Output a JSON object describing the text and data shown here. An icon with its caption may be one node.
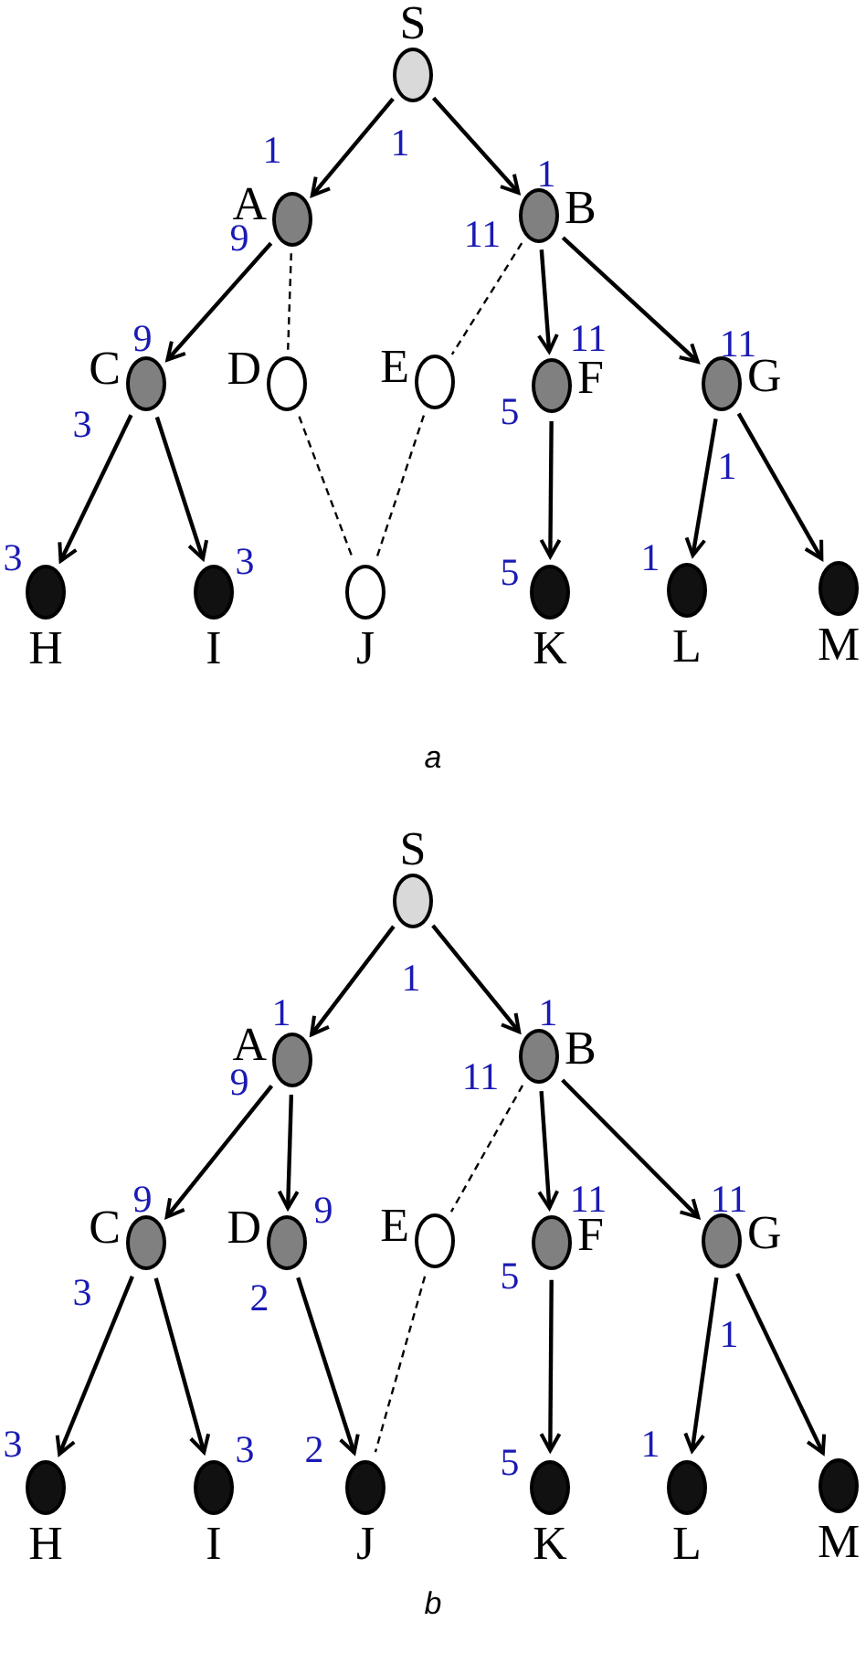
{
  "diagram": {
    "nodes": [
      {
        "text": [],
        "shape": "circle",
        "beside": [
          "S"
        ]
      },
      {
        "text": [],
        "shape": "circle",
        "beside": [
          "A"
        ]
      },
      {
        "text": [],
        "shape": "circle",
        "beside": [
          "B"
        ]
      },
      {
        "text": [],
        "shape": "circle",
        "beside": [
          "C"
        ]
      },
      {
        "text": [],
        "shape": "circle",
        "beside": [
          "D"
        ]
      },
      {
        "text": [],
        "shape": "circle",
        "beside": [
          "E"
        ]
      },
      {
        "text": [],
        "shape": "circle",
        "beside": [
          "F"
        ]
      },
      {
        "text": [],
        "shape": "circle",
        "beside": [
          "G"
        ]
      },
      {
        "text": [],
        "shape": "circle",
        "beside": [
          "H"
        ]
      },
      {
        "text": [],
        "shape": "circle",
        "beside": [
          "I"
        ]
      },
      {
        "text": [],
        "shape": "circle",
        "beside": [
          "J"
        ]
      },
      {
        "text": [],
        "shape": "circle",
        "beside": [
          "K"
        ]
      },
      {
        "text": [],
        "shape": "circle",
        "beside": [
          "L"
        ]
      },
      {
        "text": [],
        "shape": "circle",
        "beside": [
          "M"
        ]
      },
      {
        "text": [],
        "shape": "circle",
        "beside": [
          "S"
        ]
      },
      {
        "text": [],
        "shape": "circle",
        "beside": [
          "A"
        ]
      },
      {
        "text": [],
        "shape": "circle",
        "beside": [
          "B"
        ]
      },
      {
        "text": [],
        "shape": "circle",
        "beside": [
          "C"
        ]
      },
      {
        "text": [],
        "shape": "circle",
        "beside": [
          "D"
        ]
      },
      {
        "text": [],
        "shape": "circle",
        "beside": [
          "E"
        ]
      },
      {
        "text": [],
        "shape": "circle",
        "beside": [
          "F"
        ]
      },
      {
        "text": [],
        "shape": "circle",
        "beside": [
          "G"
        ]
      },
      {
        "text": [],
        "shape": "circle",
        "beside": [
          "H"
        ]
      },
      {
        "text": [],
        "shape": "circle",
        "beside": [
          "I"
        ]
      },
      {
        "text": [],
        "shape": "circle",
        "beside": [
          "J"
        ]
      },
      {
        "text": [],
        "shape": "circle",
        "beside": [
          "K"
        ]
      },
      {
        "text": [],
        "shape": "circle",
        "beside": [
          "L"
        ]
      },
      {
        "text": [],
        "shape": "circle",
        "beside": [
          "M"
        ]
      }
    ],
    "edges": [
      {
        "from": 0,
        "to": 1,
        "arrow": "to"
      },
      {
        "from": 0,
        "to": 2,
        "arrow": "to"
      },
      {
        "from": 1,
        "to": 3,
        "arrow": "to"
      },
      {
        "from": 1,
        "to": 4,
        "arrow": "none",
        "style": "dashed"
      },
      {
        "from": 2,
        "to": 5,
        "arrow": "none",
        "style": "dashed"
      },
      {
        "from": 2,
        "to": 6,
        "arrow": "to"
      },
      {
        "from": 2,
        "to": 7,
        "arrow": "to"
      },
      {
        "from": 3,
        "to": 8,
        "arrow": "to"
      },
      {
        "from": 3,
        "to": 9,
        "arrow": "to"
      },
      {
        "from": 4,
        "to": 10,
        "arrow": "none",
        "style": "dashed"
      },
      {
        "from": 5,
        "to": 10,
        "arrow": "none",
        "style": "dashed"
      },
      {
        "from": 6,
        "to": 11,
        "arrow": "to"
      },
      {
        "from": 7,
        "to": 12,
        "arrow": "to"
      },
      {
        "from": 7,
        "to": 13,
        "arrow": "to"
      },
      {
        "from": 14,
        "to": 15,
        "arrow": "to"
      },
      {
        "from": 14,
        "to": 16,
        "arrow": "to"
      },
      {
        "from": 15,
        "to": 17,
        "arrow": "to"
      },
      {
        "from": 15,
        "to": 18,
        "arrow": "to"
      },
      {
        "from": 16,
        "to": 19,
        "arrow": "none",
        "style": "dashed"
      },
      {
        "from": 16,
        "to": 20,
        "arrow": "to"
      },
      {
        "from": 16,
        "to": 21,
        "arrow": "to"
      },
      {
        "from": 17,
        "to": 22,
        "arrow": "to"
      },
      {
        "from": 17,
        "to": 23,
        "arrow": "to"
      },
      {
        "from": 18,
        "to": 24,
        "arrow": "to"
      },
      {
        "from": 19,
        "to": 24,
        "arrow": "none",
        "style": "dashed"
      },
      {
        "from": 20,
        "to": 25,
        "arrow": "to"
      },
      {
        "from": 21,
        "to": 26,
        "arrow": "to"
      },
      {
        "from": 21,
        "to": 27,
        "arrow": "to"
      }
    ],
    "labels": [
      "1",
      "1",
      "1",
      "9",
      "11",
      "9",
      "11",
      "11",
      "3",
      "5",
      "1",
      "3",
      "3",
      "5",
      "1",
      "a",
      "1",
      "1",
      "1",
      "9",
      "11",
      "9",
      "9",
      "11",
      "11",
      "3",
      "2",
      "5",
      "1",
      "3",
      "3",
      "2",
      "5",
      "1",
      "b"
    ]
  }
}
